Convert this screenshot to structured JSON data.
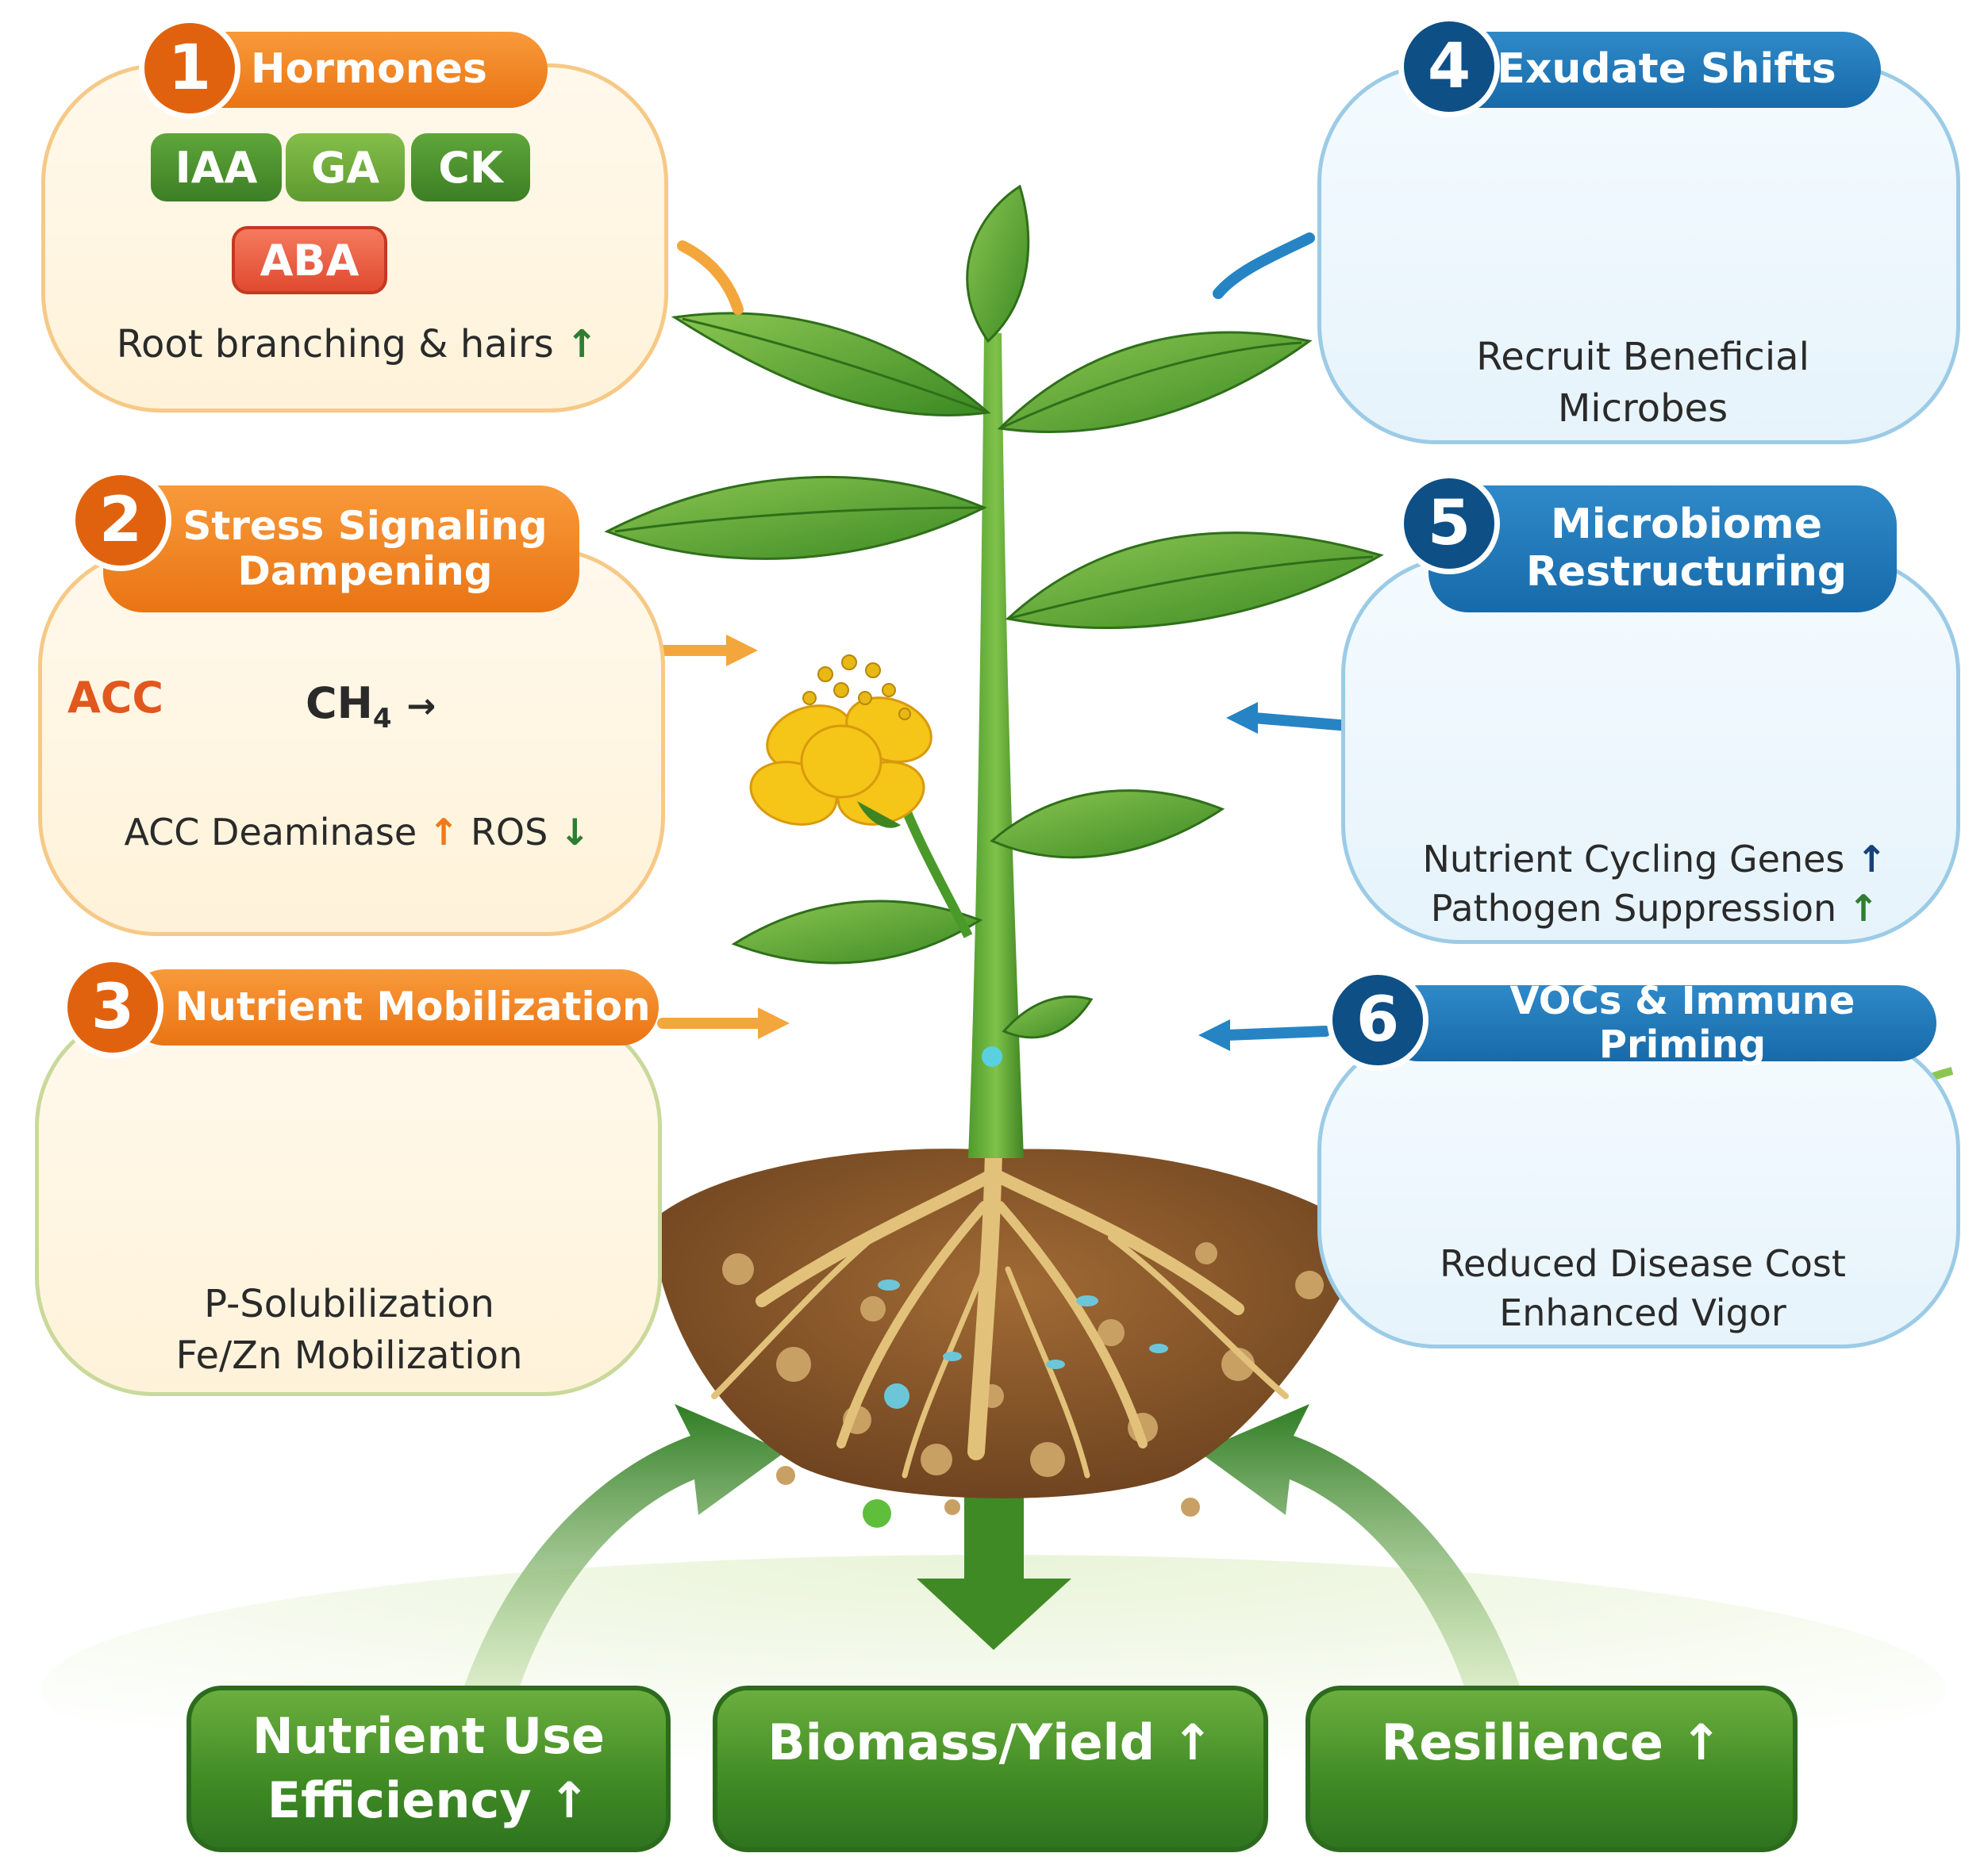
{
  "panels": [
    {
      "number": "1",
      "title": "Hormones",
      "caption": [
        "Root branching & hairs"
      ],
      "caption_arrow": "↑"
    },
    {
      "number": "2",
      "title_lines": [
        "Stress Signaling",
        "Dampening"
      ],
      "chem": {
        "acc": "ACC",
        "ch4": "CH",
        "ch4_sub": "4",
        "arrow": "→"
      },
      "caption": {
        "acc_deaminase": "ACC Deaminase",
        "up": "↑",
        "ros": "ROS",
        "down": "↓"
      }
    },
    {
      "number": "3",
      "title": "Nutrient Mobilization",
      "caption": [
        "P-Solubilization",
        "Fe/Zn Mobilization"
      ]
    },
    {
      "number": "4",
      "title": "Exudate Shifts",
      "caption": [
        "Recruit Beneficial",
        "Microbes"
      ]
    },
    {
      "number": "5",
      "title_lines": [
        "Microbiome",
        "Restructuring"
      ],
      "caption": [
        "Nutrient Cycling Genes",
        "Pathogen Suppression"
      ],
      "caption_arrows": [
        "↑",
        "↑"
      ]
    },
    {
      "number": "6",
      "title": "VOCs & Immune Priming",
      "caption": [
        "Reduced Disease Cost",
        "Enhanced Vigor"
      ]
    }
  ],
  "hormones": {
    "iaa": "IAA",
    "ga": "GA",
    "ck": "CK",
    "aba": "ABA"
  },
  "outcomes": [
    {
      "lines": [
        "Nutrient Use",
        "Efficiency ↑"
      ]
    },
    {
      "lines": [
        "Biomass/Yield ↑"
      ]
    },
    {
      "lines": [
        "Resilience ↑"
      ]
    }
  ],
  "colors": {
    "orange": "#ea7414",
    "orange_dark": "#e1620e",
    "blue": "#176aa9",
    "blue_dark": "#0e4f86",
    "leaf_green": "#4a9a2a",
    "outcome_green": "#3f8a24",
    "soil_brown": "#8a5a2b",
    "flower_yellow": "#f5c518"
  }
}
